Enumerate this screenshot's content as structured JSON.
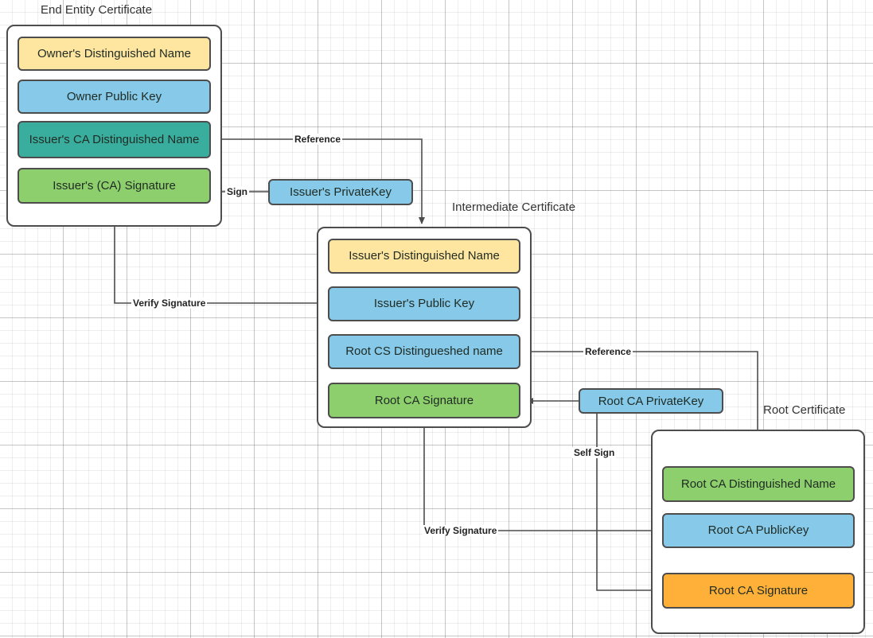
{
  "diagram": {
    "title_end_entity": "End Entity Certificate",
    "title_intermediate": "Intermediate Certificate",
    "title_root": "Root Certificate"
  },
  "colors": {
    "yellow": "#ffe6a0",
    "blue": "#86c9e8",
    "teal": "#3aae9e",
    "green": "#8ecf6d",
    "orange": "#ffb038",
    "stroke": "#4d4d4d",
    "grid": "#e6e6e6"
  },
  "end_entity_certificate": {
    "title": "End Entity Certificate",
    "fields": [
      {
        "label": "Owner's Distinguished Name",
        "color": "yellow"
      },
      {
        "label": "Owner Public  Key",
        "color": "blue"
      },
      {
        "label": "Issuer's CA Distinguished Name",
        "color": "teal"
      },
      {
        "label": "Issuer's (CA) Signature",
        "color": "green"
      }
    ]
  },
  "intermediate_certificate": {
    "title": "Intermediate Certificate",
    "fields": [
      {
        "label": "Issuer's Distinguished Name",
        "color": "yellow"
      },
      {
        "label": "Issuer's Public  Key",
        "color": "blue"
      },
      {
        "label": "Root CS Distingueshed name",
        "color": "blue"
      },
      {
        "label": "Root CA Signature",
        "color": "green"
      }
    ]
  },
  "root_certificate": {
    "title": "Root Certificate",
    "fields": [
      {
        "label": "Root CA Distinguished Name",
        "color": "green"
      },
      {
        "label": "Root CA PublicKey",
        "color": "blue"
      },
      {
        "label": "Root CA Signature",
        "color": "orange"
      }
    ]
  },
  "keys": [
    {
      "label": "Issuer's PrivateKey",
      "color": "blue"
    },
    {
      "label": "Root CA PrivateKey",
      "color": "blue"
    }
  ],
  "edge_labels": {
    "reference_top": "Reference",
    "reference_mid": "Reference",
    "sign": "Sign",
    "self_sign": "Self Sign",
    "verify_signature_top": "Verify Signature",
    "verify_signature_bottom": "Verify Signature"
  }
}
